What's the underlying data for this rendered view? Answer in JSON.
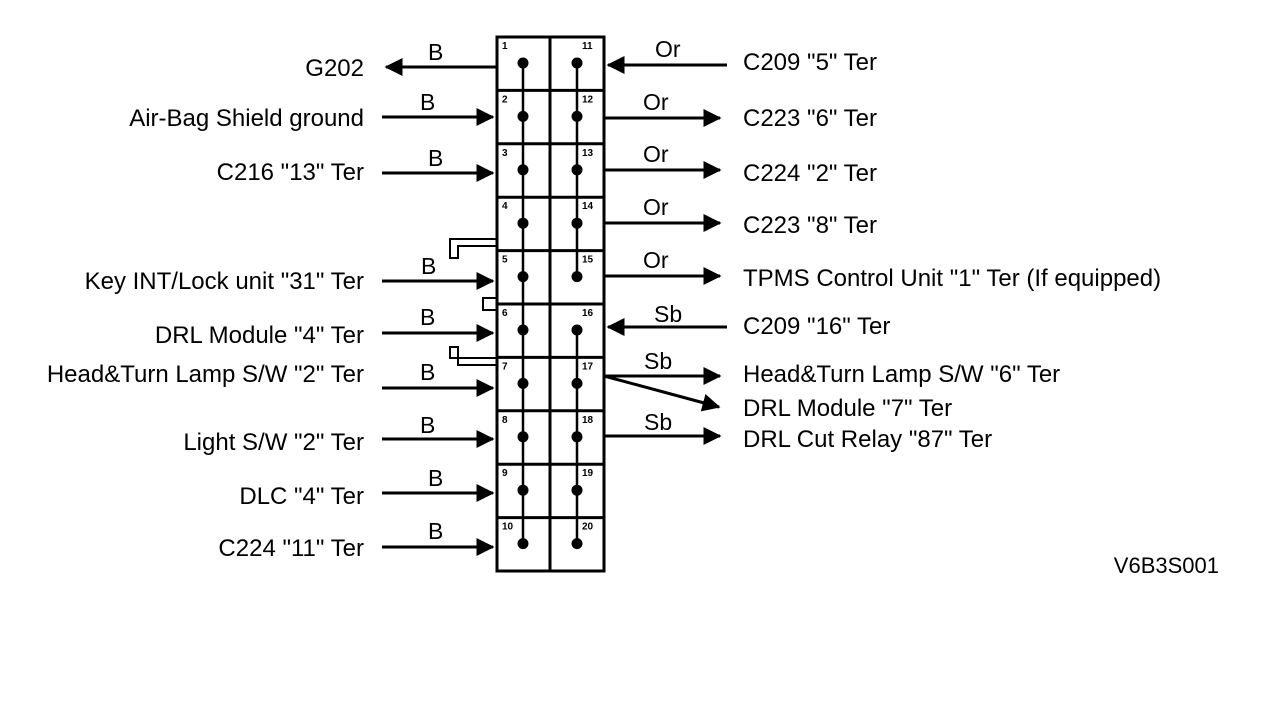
{
  "diagram_ref": "V6B3S001",
  "connector": {
    "left_pins": [
      "1",
      "2",
      "3",
      "4",
      "5",
      "6",
      "7",
      "8",
      "9",
      "10"
    ],
    "right_pins": [
      "11",
      "12",
      "13",
      "14",
      "15",
      "16",
      "17",
      "18",
      "19",
      "20"
    ]
  },
  "left_connections": [
    {
      "pin": "1",
      "label": "G202",
      "wire": "B",
      "direction": "out"
    },
    {
      "pin": "2",
      "label": "Air-Bag Shield ground",
      "wire": "B",
      "direction": "in"
    },
    {
      "pin": "3",
      "label": "C216 \"13\" Ter",
      "wire": "B",
      "direction": "in"
    },
    {
      "pin": "5",
      "label": "Key INT/Lock unit \"31\" Ter",
      "wire": "B",
      "direction": "in"
    },
    {
      "pin": "6",
      "label": "DRL Module \"4\" Ter",
      "wire": "B",
      "direction": "in"
    },
    {
      "pin": "7",
      "label": "Head&Turn Lamp S/W \"2\" Ter",
      "wire": "B",
      "direction": "in"
    },
    {
      "pin": "8",
      "label": "Light S/W \"2\" Ter",
      "wire": "B",
      "direction": "in"
    },
    {
      "pin": "9",
      "label": "DLC \"4\" Ter",
      "wire": "B",
      "direction": "in"
    },
    {
      "pin": "10",
      "label": "C224 \"11\" Ter",
      "wire": "B",
      "direction": "in"
    }
  ],
  "right_connections": [
    {
      "pin": "11",
      "label": "C209 \"5\" Ter",
      "wire": "Or",
      "direction": "in"
    },
    {
      "pin": "12",
      "label": "C223 \"6\" Ter",
      "wire": "Or",
      "direction": "out"
    },
    {
      "pin": "13",
      "label": "C224 \"2\" Ter",
      "wire": "Or",
      "direction": "out"
    },
    {
      "pin": "14",
      "label": "C223 \"8\" Ter",
      "wire": "Or",
      "direction": "out"
    },
    {
      "pin": "15",
      "label": "TPMS Control Unit \"1\" Ter (If equipped)",
      "wire": "Or",
      "direction": "out"
    },
    {
      "pin": "16",
      "label": "C209 \"16\" Ter",
      "wire": "Sb",
      "direction": "in"
    },
    {
      "pin": "17",
      "label": "Head&Turn Lamp S/W \"6\" Ter",
      "wire": "Sb",
      "direction": "out"
    },
    {
      "pin": "17",
      "label": "DRL Module \"7\" Ter",
      "wire": "",
      "direction": "out"
    },
    {
      "pin": "18",
      "label": "DRL Cut Relay \"87\" Ter",
      "wire": "Sb",
      "direction": "out"
    }
  ]
}
